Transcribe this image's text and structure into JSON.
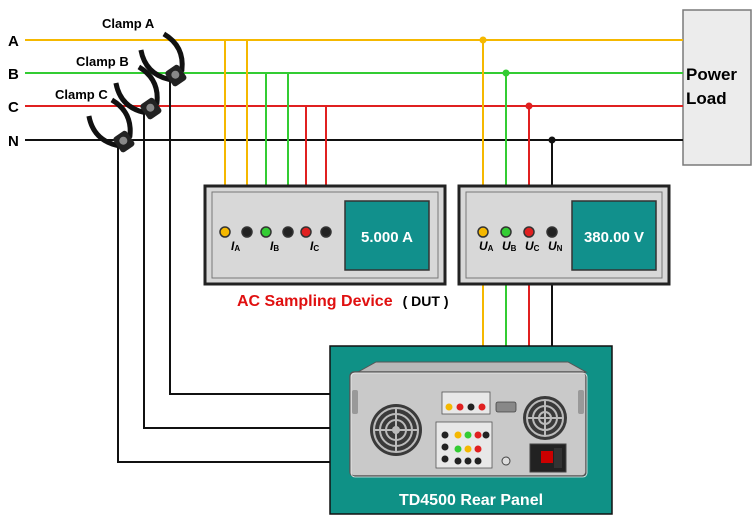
{
  "lines": [
    {
      "label": "A",
      "color": "#f5b800"
    },
    {
      "label": "B",
      "color": "#33cc33"
    },
    {
      "label": "C",
      "color": "#e02020"
    },
    {
      "label": "N",
      "color": "#111111"
    }
  ],
  "clamps": [
    "Clamp A",
    "Clamp B",
    "Clamp C"
  ],
  "load": {
    "line1": "Power",
    "line2": "Load"
  },
  "current_panel": {
    "display": "5.000 A",
    "terminals": [
      {
        "main": "I",
        "sub": "A"
      },
      {
        "main": "I",
        "sub": "B"
      },
      {
        "main": "I",
        "sub": "C"
      }
    ]
  },
  "voltage_panel": {
    "display": "380.00 V",
    "terminals": [
      {
        "main": "U",
        "sub": "A"
      },
      {
        "main": "U",
        "sub": "B"
      },
      {
        "main": "U",
        "sub": "C"
      },
      {
        "main": "U",
        "sub": "N"
      }
    ]
  },
  "device_label": "AC Sampling Device",
  "dut_label": "( DUT )",
  "rear_panel_label": "TD4500 Rear Panel",
  "colors": {
    "display": "#11908c",
    "panel_bg": "#0f9186",
    "device_fill": "#d8d8d8",
    "device_label": "#e01010"
  }
}
